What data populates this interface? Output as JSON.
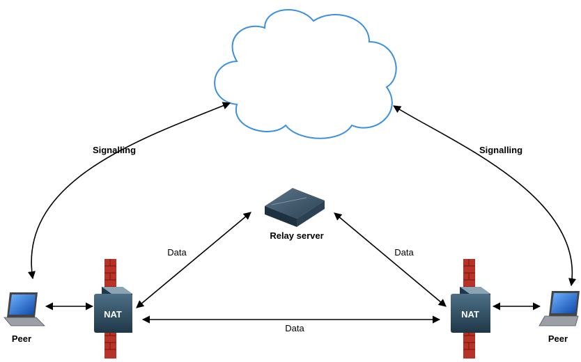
{
  "labels": {
    "signalling_left": "Signalling",
    "signalling_right": "Signalling",
    "relay": "Relay server",
    "data_left": "Data",
    "data_right": "Data",
    "data_bottom": "Data",
    "peer_left": "Peer",
    "peer_right": "Peer",
    "nat_left": "NAT",
    "nat_right": "NAT"
  },
  "colors": {
    "cloud_stroke": "#3d8fe0",
    "firewall_brick": "#c0392b",
    "nat_box": "#2c4a5e",
    "arrow": "#000000"
  }
}
